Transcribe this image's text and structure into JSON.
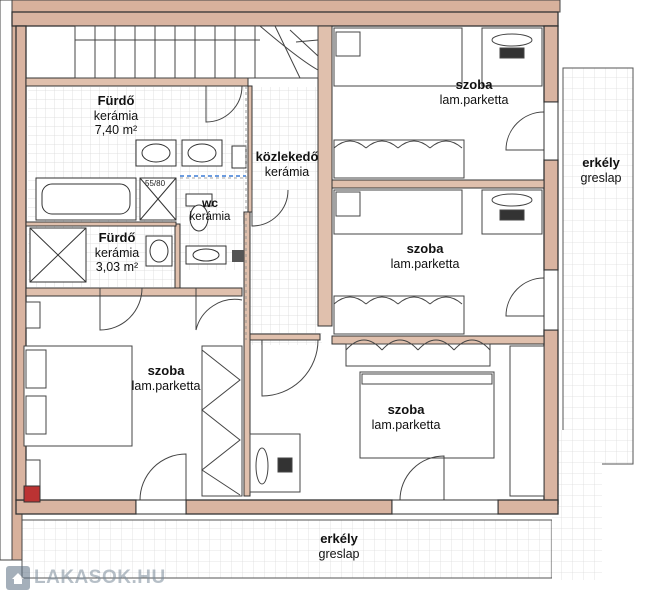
{
  "rooms": {
    "furdo1": {
      "name": "Fürdő",
      "surface": "kerámia",
      "area": "7,40 m²"
    },
    "kozlekedo": {
      "name": "közlekedő",
      "surface": "kerámia"
    },
    "wc": {
      "name": "wc",
      "surface": "kerámia"
    },
    "furdo2": {
      "name": "Fürdő",
      "surface": "kerámia",
      "area": "3,03 m²"
    },
    "szoba_ne": {
      "name": "szoba",
      "surface": "lam.parketta"
    },
    "szoba_e": {
      "name": "szoba",
      "surface": "lam.parketta"
    },
    "szoba_w": {
      "name": "szoba",
      "surface": "lam.parketta"
    },
    "szoba_s": {
      "name": "szoba",
      "surface": "lam.parketta"
    },
    "erkely_e": {
      "name": "erkély",
      "surface": "greslap"
    },
    "erkely_s": {
      "name": "erkély",
      "surface": "greslap"
    }
  },
  "fixture_label": "55/80",
  "watermark": "LAKASOK.HU"
}
